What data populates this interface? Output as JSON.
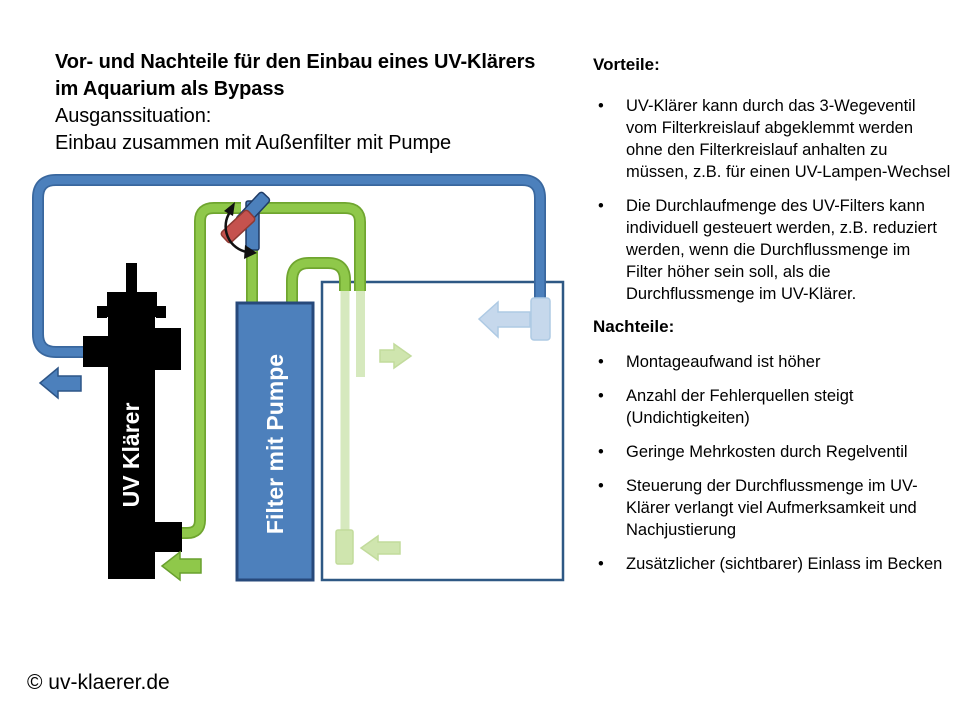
{
  "title": {
    "line1": "Vor- und Nachteile für den Einbau eines UV-Klärers",
    "line2": "im Aquarium als Bypass",
    "line3": "Ausganssituation:",
    "line4": "Einbau zusammen mit Außenfilter mit Pumpe"
  },
  "advantages": {
    "heading": "Vorteile:",
    "items": [
      "UV-Klärer kann durch das 3-Wegeventil vom Filterkreislauf abgeklemmt werden ohne den Filterkreislauf anhalten zu müssen, z.B. für einen UV-Lampen-Wechsel",
      "Die Durchlaufmenge des UV-Filters kann individuell gesteuert werden, z.B. reduziert werden, wenn die Durchflussmenge im Filter höher sein soll, als die Durchflussmenge im UV-Klärer."
    ]
  },
  "disadvantages": {
    "heading": "Nachteile:",
    "items": [
      "Montageaufwand ist höher",
      "Anzahl der Fehlerquellen steigt (Undichtigkeiten)",
      "Geringe Mehrkosten durch Regelventil",
      "Steuerung der Durchflussmenge im UV-Klärer verlangt viel Aufmerksamkeit und Nachjustierung",
      "Zusätzlicher (sichtbarer) Einlass im Becken"
    ]
  },
  "diagram": {
    "uv_label": "UV Klärer",
    "filter_label": "Filter mit Pumpe",
    "icons": {
      "three_way_valve": "y-valve with red lever",
      "rotation_arrow": "curved double-headed arrow",
      "flow_arrows": [
        "blue left arrow at UV outlet",
        "green left arrow at UV inlet",
        "light-blue left arrow at tank return",
        "pale-green right arrow at tank outlet",
        "pale-green left arrow at tank intake"
      ]
    },
    "colors": {
      "pipe_blue": "#4C80BC",
      "pipe_blue_edge": "#39679E",
      "pipe_green": "#8FC84A",
      "pipe_green_edge": "#6FA52F",
      "pale_green": "#D6E9BE",
      "pale_green_accent": "#CFE5AE",
      "pale_blue": "#C6D8EC",
      "filter_fill": "#4D80BC",
      "filter_border": "#27497B",
      "tank_border": "#2E5884",
      "valve_red": "#C5524E",
      "device_black": "#000000"
    }
  },
  "ui": {
    "bullet_char": "•"
  },
  "footer": {
    "copyright": "© uv-klaerer.de"
  }
}
